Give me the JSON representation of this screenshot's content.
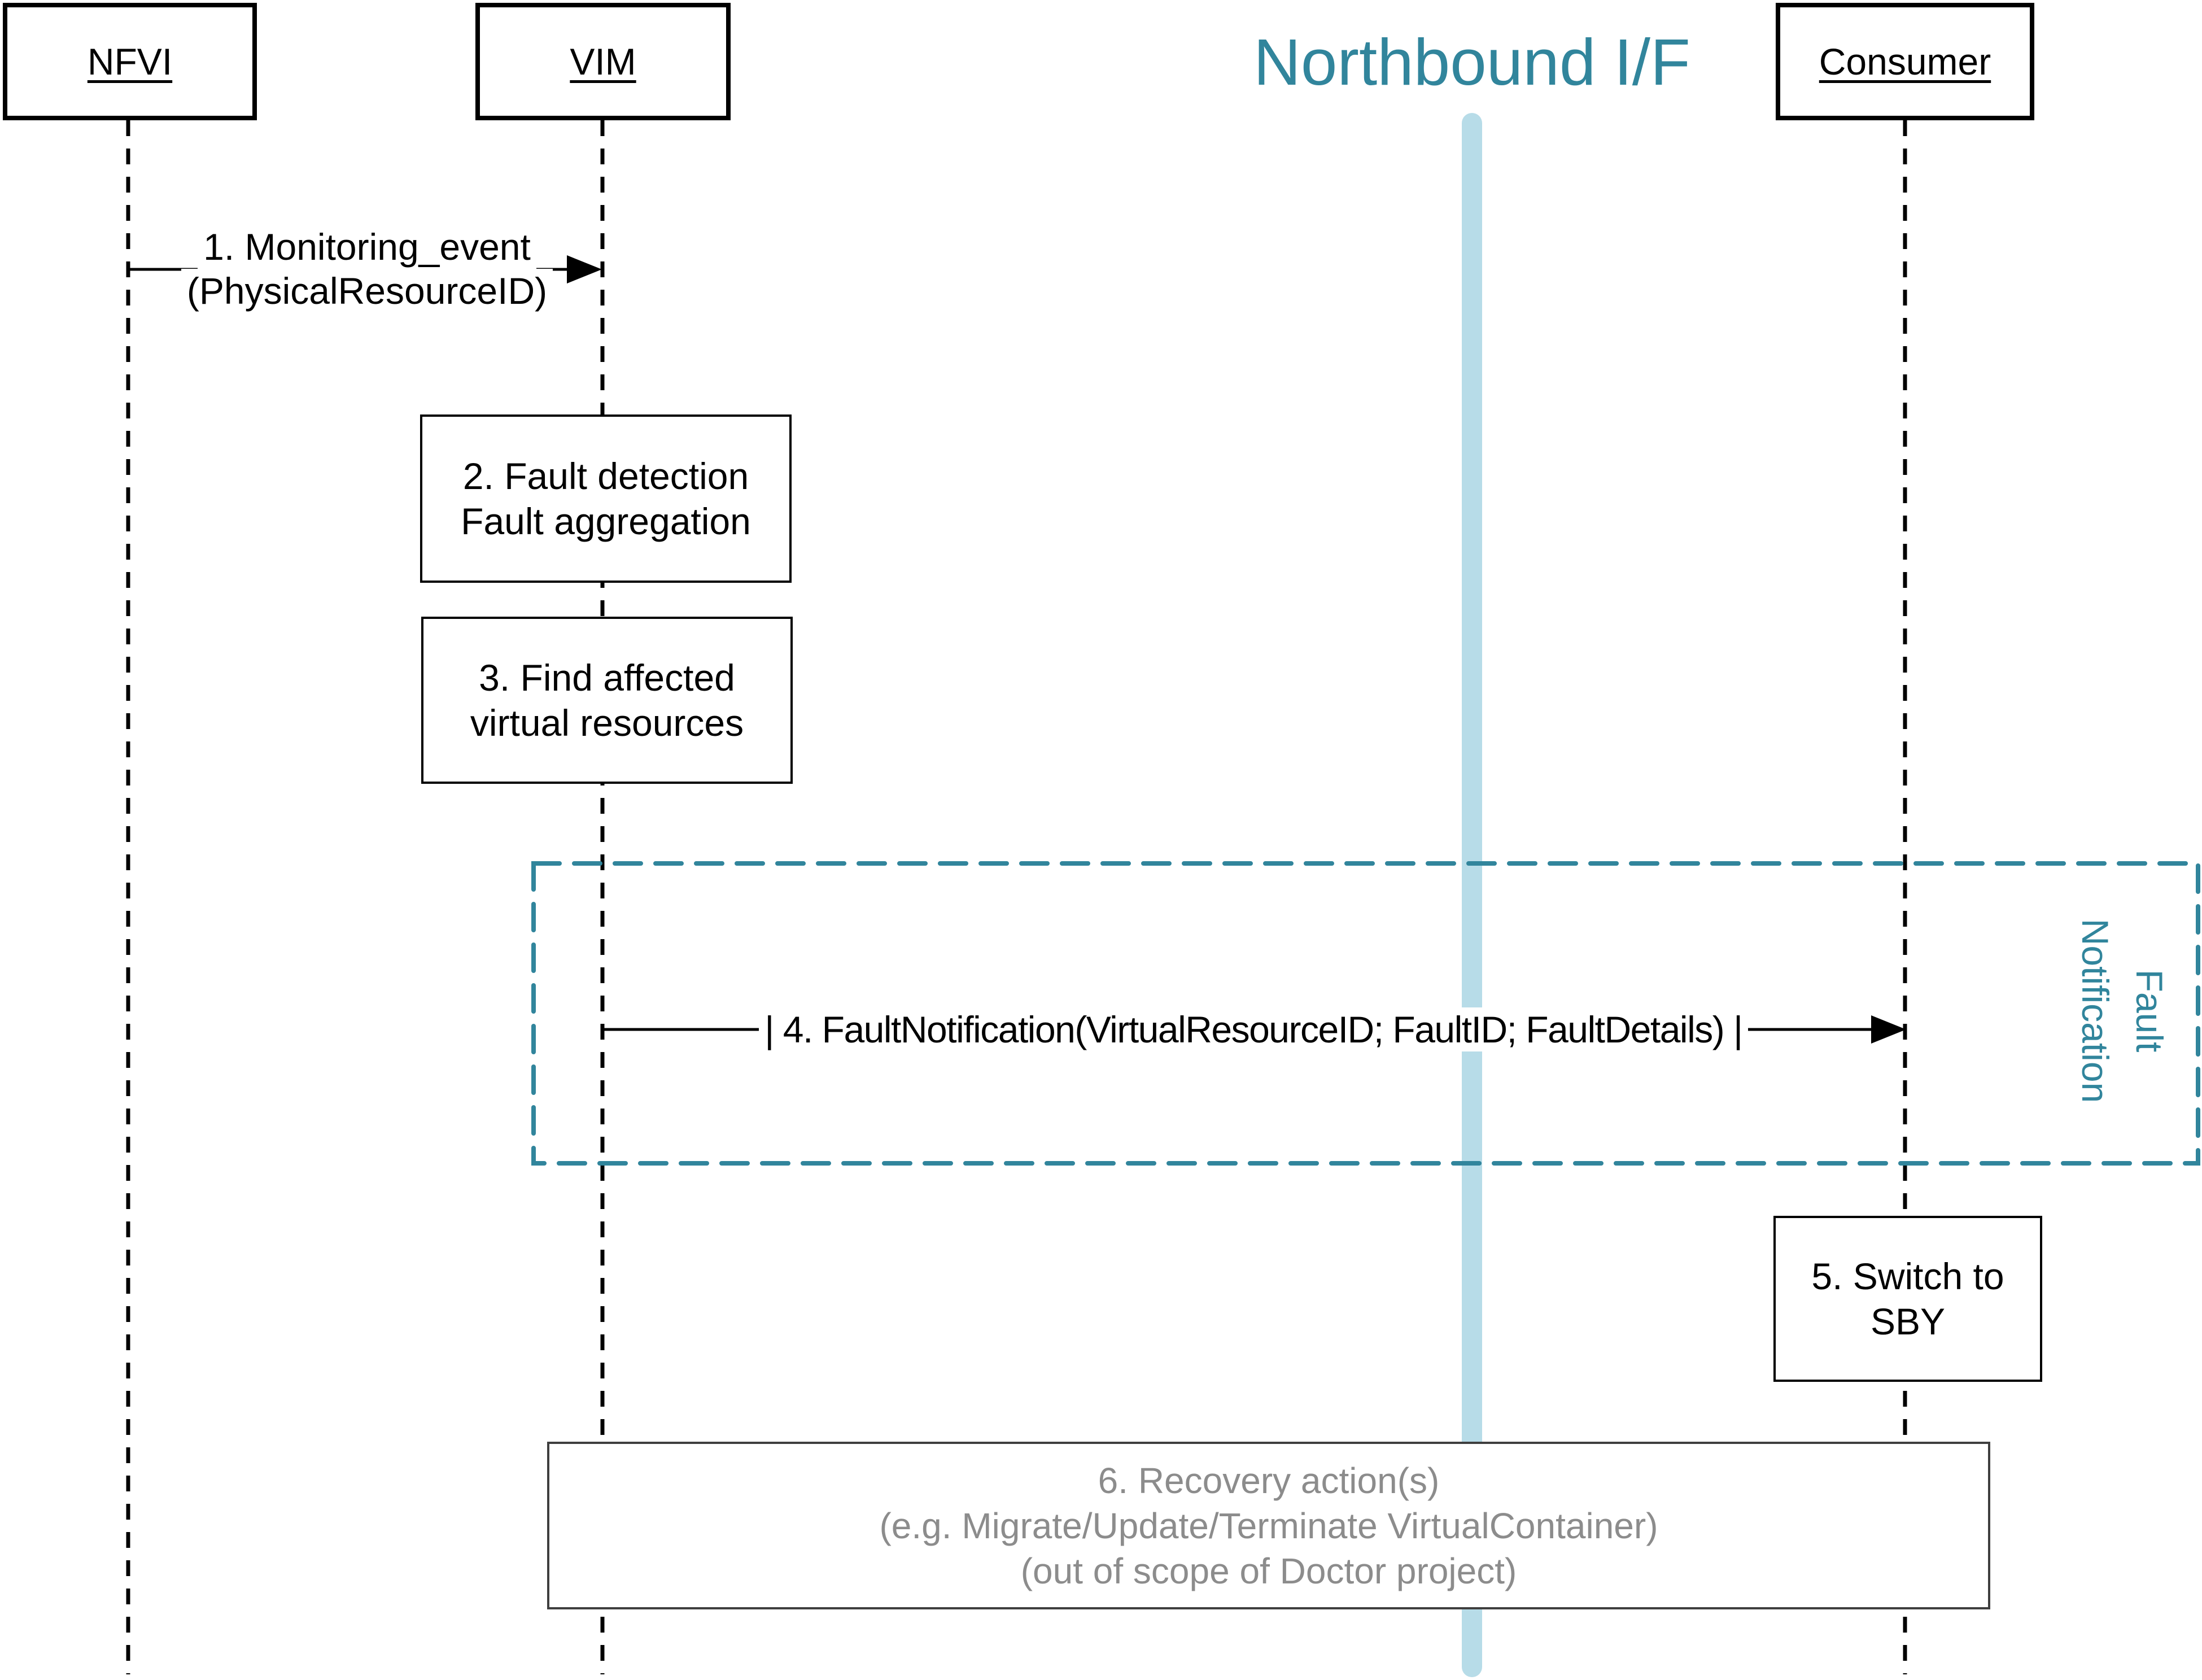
{
  "colors": {
    "teal": "#31859C",
    "light-blue": "#B7DCE8",
    "gray-text": "#8C8C8C",
    "line-black": "#000000",
    "box6-border": "#3F3F3F"
  },
  "header": {
    "northbound_title": "Northbound I/F"
  },
  "actors": [
    {
      "label": "NFVI"
    },
    {
      "label": "VIM"
    },
    {
      "label": "Consumer"
    }
  ],
  "messages": {
    "m1": {
      "line1": "1. Monitoring_event",
      "line2": "(PhysicalResourceID)",
      "from": "NFVI",
      "to": "VIM"
    },
    "m4": {
      "label": "| 4. FaultNotification(VirtualResourceID; FaultID; FaultDetails) |",
      "from": "VIM",
      "to": "Consumer"
    }
  },
  "activities": {
    "a2": {
      "line1": "2. Fault detection",
      "line2": "Fault aggregation"
    },
    "a3": {
      "line1": "3. Find affected",
      "line2": "virtual resources"
    },
    "a5": {
      "line1": "5. Switch to",
      "line2": "SBY"
    },
    "a6": {
      "line1": "6. Recovery action(s)",
      "line2": "(e.g. Migrate/Update/Terminate VirtualContainer)",
      "line3": "(out of scope of Doctor project)"
    }
  },
  "group": {
    "line1": "Fault",
    "line2": "Notification"
  }
}
